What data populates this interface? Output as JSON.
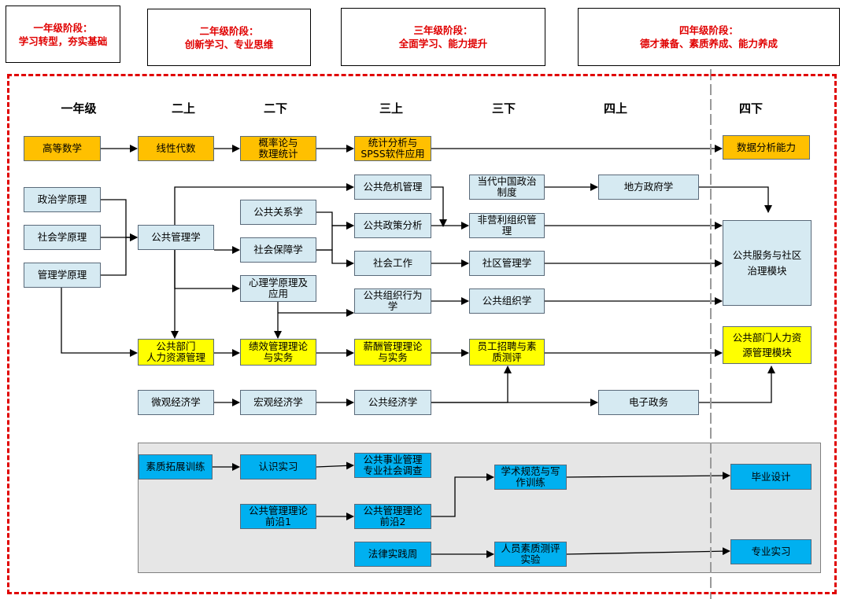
{
  "stages": [
    {
      "id": "s1",
      "line1": "一年级阶段：",
      "line2": "学习转型，夯实基础"
    },
    {
      "id": "s2",
      "line1": "二年级阶段：",
      "line2": "创新学习、专业思维"
    },
    {
      "id": "s3",
      "line1": "三年级阶段：",
      "line2": "全面学习、能力提升"
    },
    {
      "id": "s4",
      "line1": "四年级阶段：",
      "line2": "德才兼备、素质养成、能力养成"
    }
  ],
  "grades": [
    "一年级",
    "二上",
    "二下",
    "三上",
    "三下",
    "四上",
    "四下"
  ],
  "nodes": {
    "gaodeng": "高等数学",
    "xianxing": "线性代数",
    "gailv": "概率论与\n数理统计",
    "tongji": "统计分析与\nSPSS软件应用",
    "shuju": "数据分析能力",
    "zhengzhi": "政治学原理",
    "shehui": "社会学原理",
    "guanli": "管理学原理",
    "gonggong": "公共管理学",
    "guanxi": "公共关系学",
    "baozhang": "社会保障学",
    "xinli": "心理学原理及\n应用",
    "weiji": "公共危机管理",
    "zhengce": "公共政策分析",
    "gongzuo": "社会工作",
    "zuzhixw": "公共组织行为\n学",
    "dangdai": "当代中国政治\n制度",
    "feiyingli": "非营利组织管\n理",
    "shequ": "社区管理学",
    "zuzhi": "公共组织学",
    "difang": "地方政府学",
    "fuwu": "公共服务与社区\n治理模块",
    "renli": "公共部门\n人力资源管理",
    "jixiao": "绩效管理理论\n与实务",
    "xinchou": "薪酬管理理论\n与实务",
    "zhaopin": "员工招聘与素\n质测评",
    "renlimk": "公共部门人力资\n源管理模块",
    "weiguan": "微观经济学",
    "hongguan": "宏观经济学",
    "jingji": "公共经济学",
    "dianzi": "电子政务",
    "suzhi": "素质拓展训练",
    "renshi": "认识实习",
    "shiye": "公共事业管理\n专业社会调查",
    "qianyan1": "公共管理理论\n前沿1",
    "qianyan2": "公共管理理论\n前沿2",
    "xueshu": "学术规范与写\n作训练",
    "biye": "毕业设计",
    "falv": "法律实践周",
    "renyuan": "人员素质测评\n实验",
    "zhuanye": "专业实习"
  },
  "colors": {
    "frame_red": "#e00000",
    "foundation_orange": "#ffc000",
    "core_blue": "#d6eaf2",
    "hr_yellow": "#ffff00",
    "practice_cyan": "#00b0f0",
    "panel_grey": "#e6e6e6"
  }
}
